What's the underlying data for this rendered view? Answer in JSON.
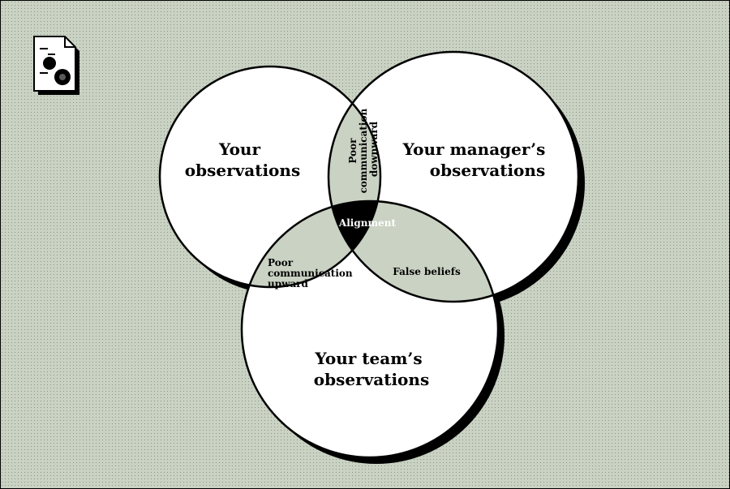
{
  "colors": {
    "background": "#c9d2c3",
    "dots": "#8b9484",
    "circle_fill": "#ffffff",
    "pair_overlap": "#c9d2c3",
    "center_overlap": "#000000",
    "outline": "#000000"
  },
  "icon": "document-icon",
  "diagram": {
    "circles": {
      "left": "Your observations",
      "right": "Your manager’s observations",
      "bottom": "Your team’s observations"
    },
    "overlaps": {
      "left_right": "Poor communication downward",
      "left_bottom": "Poor communication upward",
      "right_bottom": "False beliefs",
      "center": "Alignment"
    }
  }
}
